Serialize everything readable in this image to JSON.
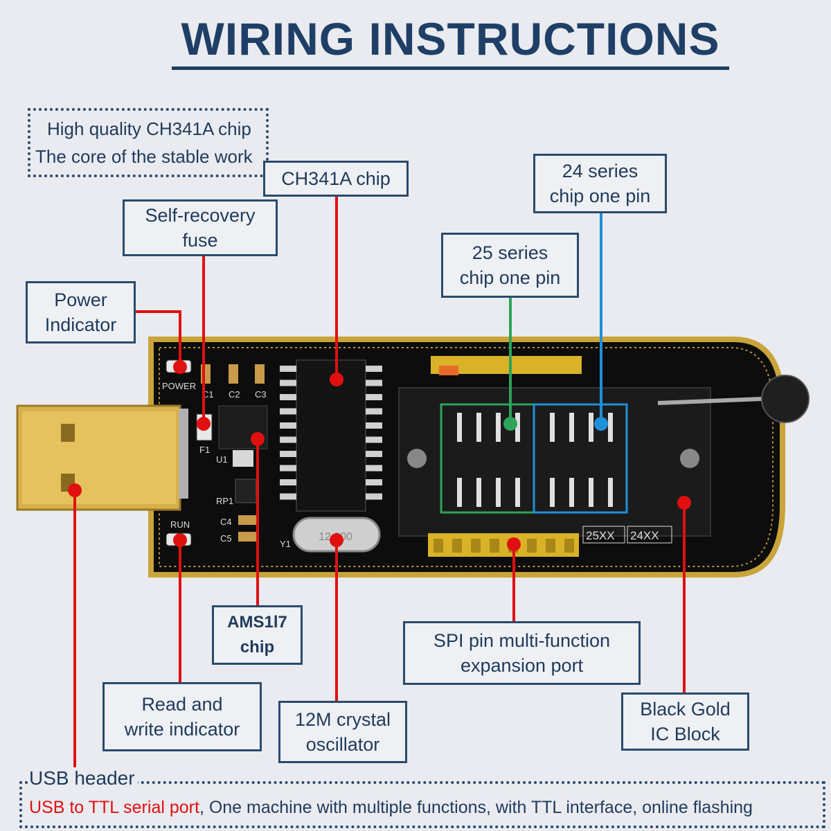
{
  "title": "WIRING INSTRUCTIONS",
  "note": {
    "line1": "High quality CH341A chip",
    "line2": "The core of the stable work"
  },
  "labels": {
    "ch341a": "CH341A chip",
    "fuse_1": "Self-recovery",
    "fuse_2": "fuse",
    "power_1": "Power",
    "power_2": "Indicator",
    "s25_1": "25 series",
    "s25_2": "chip one pin",
    "s24_1": "24 series",
    "s24_2": "chip one pin",
    "ams_1": "AMS1l7",
    "ams_2": "chip",
    "spi_1": "SPI pin multi-function",
    "spi_2": "expansion port",
    "rw_1": "Read and",
    "rw_2": "write indicator",
    "xtal_1": "12M crystal",
    "xtal_2": "oscillator",
    "block_1": "Black Gold",
    "block_2": "IC Block",
    "usb_header": "USB header"
  },
  "board": {
    "power": "POWER",
    "run": "RUN",
    "c1": "C1",
    "c2": "C2",
    "c3": "C3",
    "c4": "C4",
    "c5": "C5",
    "f1": "F1",
    "u1": "U1",
    "rp1": "RP1",
    "y1": "Y1",
    "xtal_mark": "12.000",
    "s25": "25XX",
    "s24": "24XX"
  },
  "footer": {
    "highlight": "USB to TTL serial port",
    "rest": ", One machine with multiple functions, with TTL interface, online flashing"
  },
  "colors": {
    "leader_red": "#e01010",
    "leader_green": "#2ea35a",
    "leader_blue": "#1e90d8",
    "box_border": "#2a4a6b",
    "board_black": "#101010",
    "gold": "#c9a43a"
  }
}
